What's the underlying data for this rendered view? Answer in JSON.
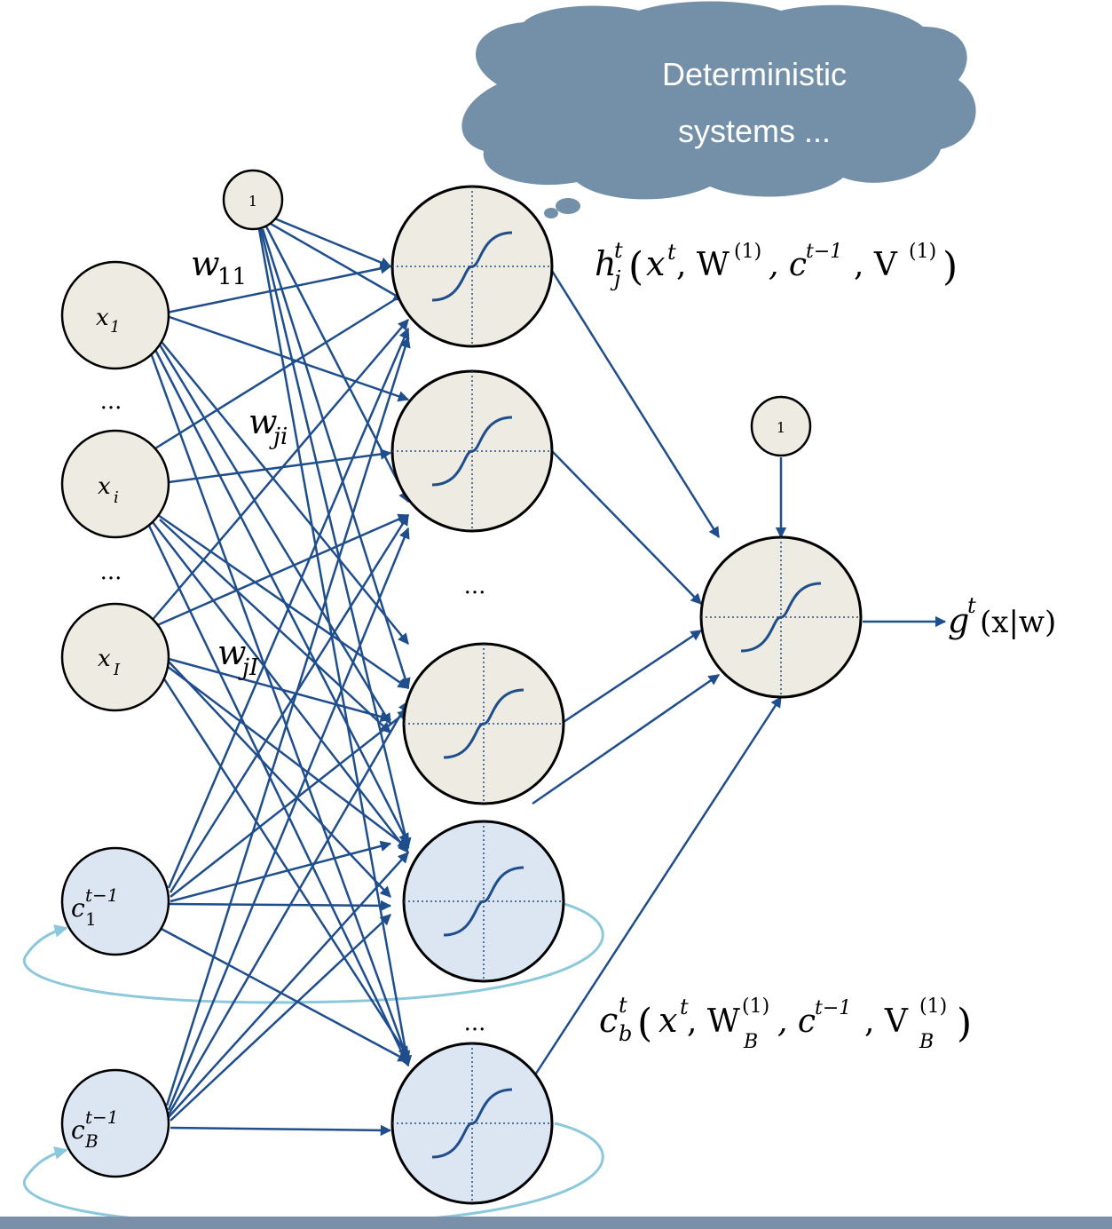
{
  "thought_bubble": {
    "line1": "Deterministic",
    "line2": "systems ..."
  },
  "bias_label": "1",
  "ellipsis": "...",
  "labels": {
    "w11": {
      "base": "w",
      "sub": "11"
    },
    "wji": {
      "base": "w",
      "sub": "ji"
    },
    "wjI": {
      "base": "w",
      "sub": "jI"
    },
    "h_formula": {
      "h": "h",
      "sup": "t",
      "sub": "j",
      "open": "(",
      "x": "x",
      "xsup": "t",
      "W": ", W",
      "Wsup": "(1)",
      "c": ", c",
      "csup": "t−1",
      "V": ", V",
      "Vsup": "(1)",
      "close": " )"
    },
    "c_formula": {
      "c": "c",
      "sup": "t",
      "sub": "b",
      "open": "(",
      "x": "x",
      "xsup": "t",
      "W": ", W",
      "Wsub": "B",
      "Wsup": "(1)",
      "c2": ", c",
      "c2sup": "t−1",
      "V": ", V",
      "Vsub": "B",
      "Vsup": "(1)",
      "close": ")"
    },
    "g_formula": {
      "g": "g",
      "sup": "t",
      "arg": "(x|w)"
    }
  },
  "inputs": [
    {
      "base": "x",
      "sub": "1"
    },
    {
      "base": "x",
      "sub": "i"
    },
    {
      "base": "x",
      "sub": "I"
    }
  ],
  "context_inputs": [
    {
      "base": "c",
      "sup": "t−1",
      "sub": "1"
    },
    {
      "base": "c",
      "sup": "t−1",
      "sub": "B"
    }
  ],
  "colors": {
    "arrow": "#1f4e8c",
    "node_fill": "#eeebe2",
    "context_fill": "#dce6f2",
    "cloud": "#7490a8",
    "feedback": "#8cc8dc"
  }
}
